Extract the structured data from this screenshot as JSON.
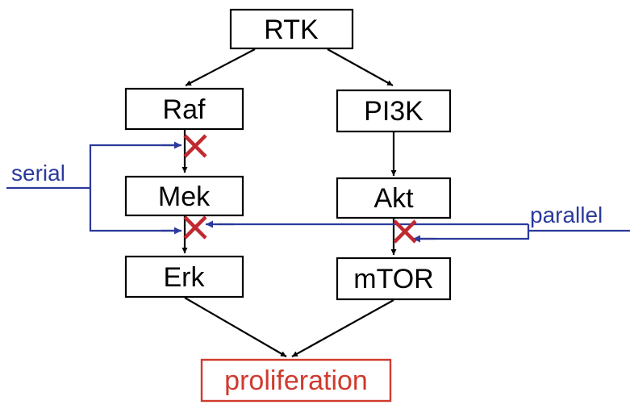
{
  "nodes": {
    "rtk": "RTK",
    "raf": "Raf",
    "pi3k": "PI3K",
    "mek": "Mek",
    "akt": "Akt",
    "erk": "Erk",
    "mtor": "mTOR",
    "proliferation": "proliferation"
  },
  "inhibition_labels": {
    "serial": "serial",
    "parallel": "parallel"
  },
  "colors": {
    "node_border": "#000000",
    "outcome": "#d03a2e",
    "inhibition_arrow": "#2b3a9c",
    "block_mark": "#c0292f"
  }
}
